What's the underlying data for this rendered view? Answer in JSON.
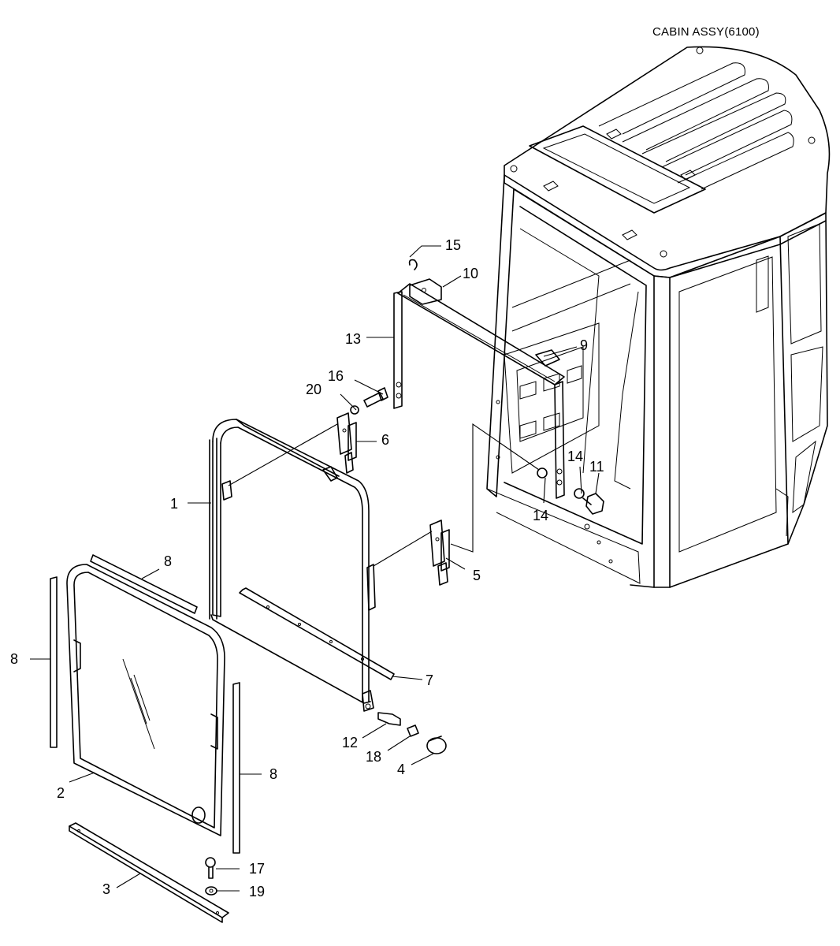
{
  "title": "CABIN ASSY(6100)",
  "callouts": [
    {
      "id": "c1",
      "label": "1"
    },
    {
      "id": "c2",
      "label": "2"
    },
    {
      "id": "c3",
      "label": "3"
    },
    {
      "id": "c4",
      "label": "4"
    },
    {
      "id": "c5",
      "label": "5"
    },
    {
      "id": "c6",
      "label": "6"
    },
    {
      "id": "c7",
      "label": "7"
    },
    {
      "id": "c8a",
      "label": "8"
    },
    {
      "id": "c8b",
      "label": "8"
    },
    {
      "id": "c8c",
      "label": "8"
    },
    {
      "id": "c9",
      "label": "9"
    },
    {
      "id": "c10",
      "label": "10"
    },
    {
      "id": "c11",
      "label": "11"
    },
    {
      "id": "c12",
      "label": "12"
    },
    {
      "id": "c13",
      "label": "13"
    },
    {
      "id": "c14a",
      "label": "14"
    },
    {
      "id": "c14b",
      "label": "14"
    },
    {
      "id": "c15",
      "label": "15"
    },
    {
      "id": "c16",
      "label": "16"
    },
    {
      "id": "c17",
      "label": "17"
    },
    {
      "id": "c18",
      "label": "18"
    },
    {
      "id": "c19",
      "label": "19"
    },
    {
      "id": "c20",
      "label": "20"
    }
  ]
}
